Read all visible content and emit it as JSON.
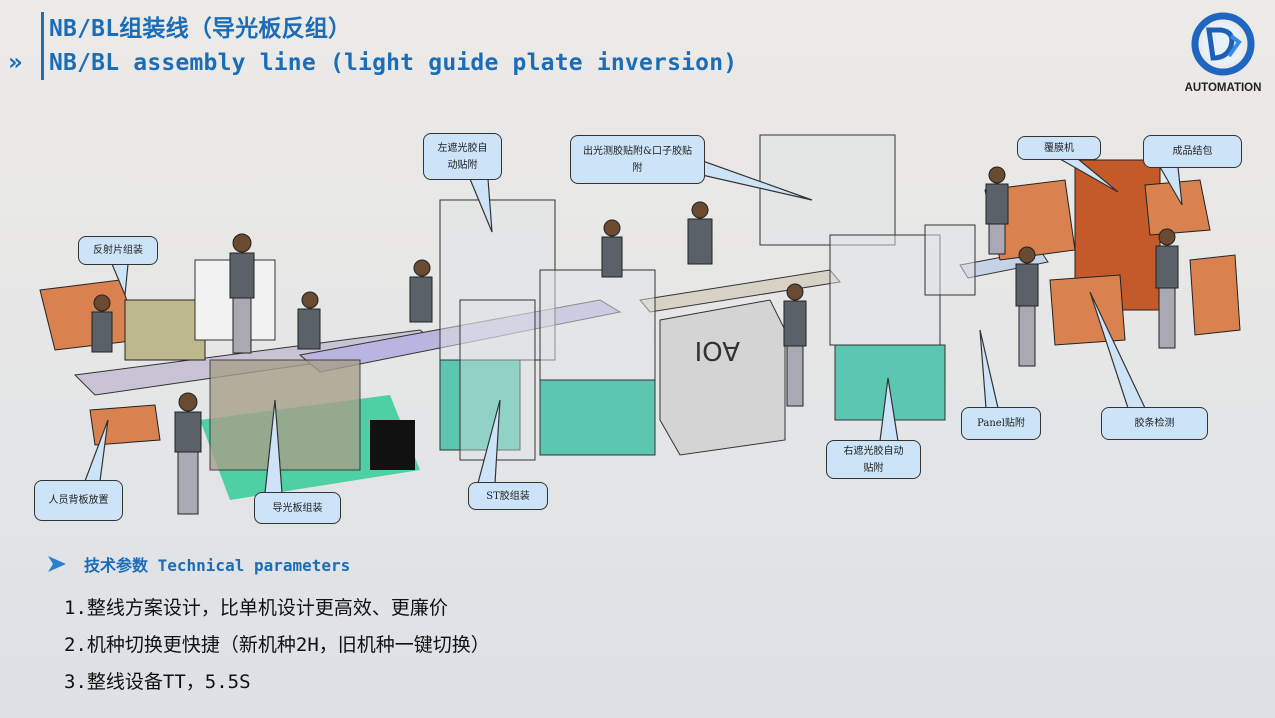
{
  "header": {
    "title_cn": "NB/BL组装线（导光板反组）",
    "title_en": "NB/BL assembly line (light guide plate inversion)",
    "chevron": "»"
  },
  "logo": {
    "text": "AUTOMATION",
    "icon": "dz-logo-icon"
  },
  "callouts": {
    "reflector": "反射片组装",
    "left_shading": "左遮光胶自动贴附",
    "light_test": "出光测胶贴附&口子胶贴附",
    "laminator": "覆膜机",
    "packing": "成品结包",
    "backplate": "人员背板放置",
    "lgp": "导光板组装",
    "st_glue": "ST胶组装",
    "right_shading": "右遮光胶自动贴附",
    "panel": "Panel贴附",
    "strip_check": "胶条检测"
  },
  "scene": {
    "aoi_label": "AOI"
  },
  "params": {
    "heading": "技术参数 Technical parameters",
    "items": [
      "1.整线方案设计，比单机设计更高效、更廉价",
      "2.机种切换更快捷（新机种2H，旧机种一键切换）",
      "3.整线设备TT，5.5S"
    ]
  },
  "colors": {
    "accent": "#1c6db8",
    "callout_bg": "#cde4f8",
    "cabinet": "#5cc6b0",
    "table": "#d9824f"
  }
}
